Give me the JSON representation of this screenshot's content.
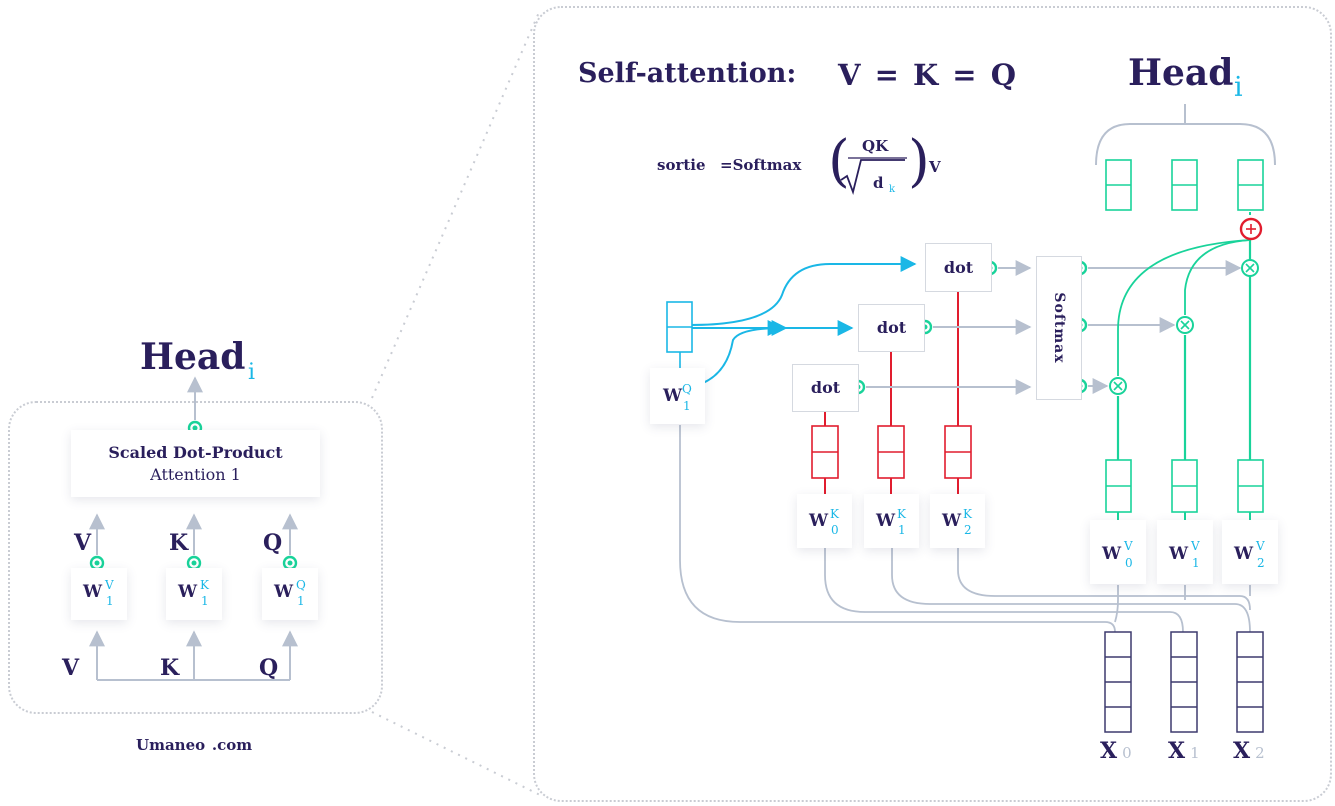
{
  "zoom": {
    "title": "Self-attention:",
    "equation": "V = K = Q",
    "head_label": "Head",
    "head_index": "i",
    "formula": {
      "lhs": "sortie",
      "eq": "=Softmax",
      "num": "QK",
      "den": "d",
      "den_sub": "k",
      "tail": "V"
    },
    "dot_label": "dot",
    "softmax_label": "Softmax",
    "weights": [
      {
        "w": "W",
        "sup": "Q",
        "sub": "1"
      },
      {
        "w": "W",
        "sup": "K",
        "sub": "0"
      },
      {
        "w": "W",
        "sup": "K",
        "sub": "1"
      },
      {
        "w": "W",
        "sup": "K",
        "sub": "2"
      },
      {
        "w": "W",
        "sup": "V",
        "sub": "0"
      },
      {
        "w": "W",
        "sup": "V",
        "sub": "1"
      },
      {
        "w": "W",
        "sup": "V",
        "sub": "2"
      }
    ],
    "inputs": [
      {
        "x": "X",
        "sub": "0"
      },
      {
        "x": "X",
        "sub": "1"
      },
      {
        "x": "X",
        "sub": "2"
      }
    ]
  },
  "overview": {
    "head_label": "Head",
    "head_index": "i",
    "attention_line1": "Scaled Dot-Product",
    "attention_line2": "Attention 1",
    "outputs": [
      "V",
      "K",
      "Q"
    ],
    "inputs": [
      "V",
      "K",
      "Q"
    ],
    "weights": [
      {
        "w": "W",
        "sup": "V",
        "sub": "1"
      },
      {
        "w": "W",
        "sup": "K",
        "sub": "1"
      },
      {
        "w": "W",
        "sup": "Q",
        "sub": "1"
      }
    ]
  },
  "brand": {
    "name": "Umaneo",
    "suffix": ".com"
  },
  "colors": {
    "navy": "#2a1f5c",
    "cyan": "#1ab7e6",
    "green": "#19d39a",
    "red": "#e11d2e",
    "gray": "#b7c0cf"
  }
}
